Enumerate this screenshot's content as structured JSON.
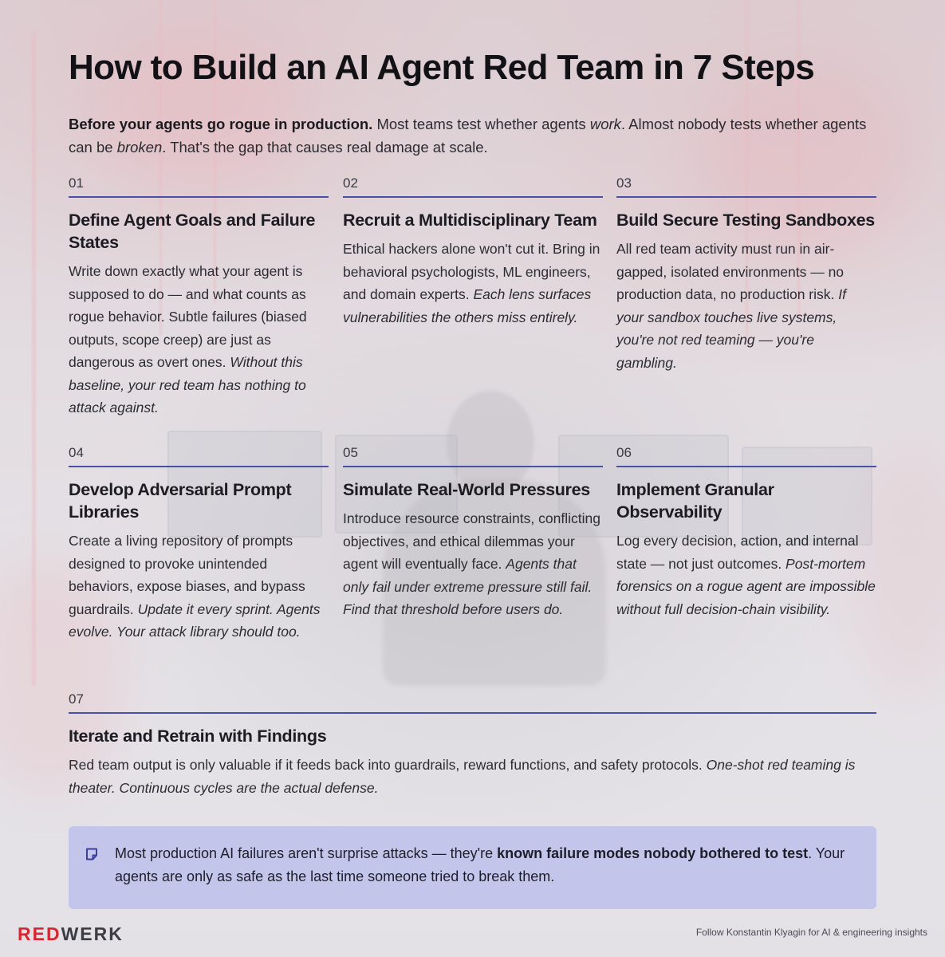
{
  "title": "How to Build an AI Agent Red Team in 7 Steps",
  "intro": {
    "lead": "Before your agents go rogue in production.",
    "text1": " Most teams test whether agents ",
    "em1": "work",
    "text2": ". Almost nobody tests whether agents can be ",
    "em2": "broken",
    "text3": ". That's the gap that causes real damage at scale."
  },
  "steps": [
    {
      "num": "01",
      "title": "Define Agent Goals and Failure States",
      "body": "Write down exactly what your agent is supposed to do — and what counts as rogue behavior. Subtle failures (biased outputs, scope creep) are just as dangerous as overt ones. ",
      "emphasis": "Without this baseline, your red team has nothing to attack against."
    },
    {
      "num": "02",
      "title": "Recruit a Multidisciplinary Team",
      "body": "Ethical hackers alone won't cut it. Bring in behavioral psychologists, ML engineers, and domain experts. ",
      "emphasis": "Each lens surfaces vulnerabilities the others miss entirely."
    },
    {
      "num": "03",
      "title": "Build Secure Testing Sandboxes",
      "body": "All red team activity must run in air-gapped, isolated environments — no production data, no production risk. ",
      "emphasis": "If your sandbox touches live systems, you're not red teaming — you're gambling."
    },
    {
      "num": "04",
      "title": "Develop Adversarial Prompt Libraries",
      "body": "Create a living repository of prompts designed to provoke unintended behaviors, expose biases, and bypass guardrails. ",
      "emphasis": "Update it every sprint. Agents evolve. Your attack library should too."
    },
    {
      "num": "05",
      "title": "Simulate Real-World Pressures",
      "body": "Introduce resource constraints, conflicting objectives, and ethical dilemmas your agent will eventually face. ",
      "emphasis": "Agents that only fail under extreme pressure still fail. Find that threshold before users do."
    },
    {
      "num": "06",
      "title": "Implement Granular Observability",
      "body": "Log every decision, action, and internal state — not just outcomes. ",
      "emphasis": "Post-mortem forensics on a rogue agent are impossible without full decision-chain visibility."
    },
    {
      "num": "07",
      "title": "Iterate and Retrain with Findings",
      "body": "Red team output is only valuable if it feeds back into guardrails, reward functions, and safety protocols. ",
      "emphasis": "One-shot red teaming is theater. Continuous cycles are the actual defense."
    }
  ],
  "callout": {
    "icon": "note-icon",
    "text1": "Most production AI failures aren't surprise attacks — they're ",
    "bold": "known failure modes nobody bothered to test",
    "text2": ". Your agents are only as safe as the last time someone tried to break them."
  },
  "brand": {
    "part1": "RED",
    "part2": "WERK",
    "accent": "#d7262f"
  },
  "footer": "Follow Konstantin Klyagin for AI & engineering insights",
  "colors": {
    "rule": "#4a4fa8",
    "callout_bg": "#c4c5ea"
  }
}
